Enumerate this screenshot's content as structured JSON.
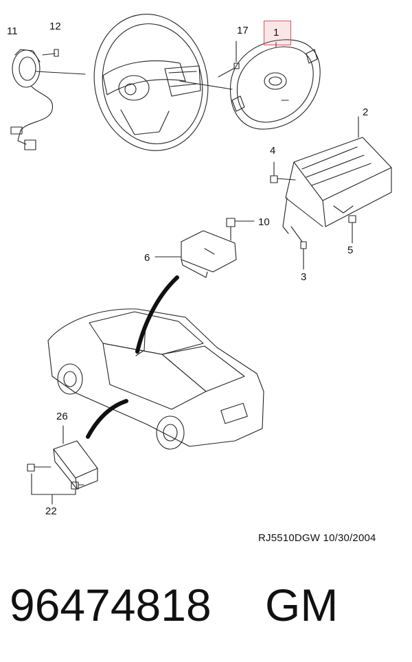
{
  "callouts": {
    "c1": "1",
    "c2": "2",
    "c3": "3",
    "c4": "4",
    "c5": "5",
    "c6": "6",
    "c10": "10",
    "c11": "11",
    "c12": "12",
    "c17": "17",
    "c22": "22",
    "c26": "26"
  },
  "highlight_color": "#e0505f",
  "footer": {
    "reference": "RJ5510DGW  10/30/2004",
    "part_number": "96474818",
    "brand": "GM"
  }
}
